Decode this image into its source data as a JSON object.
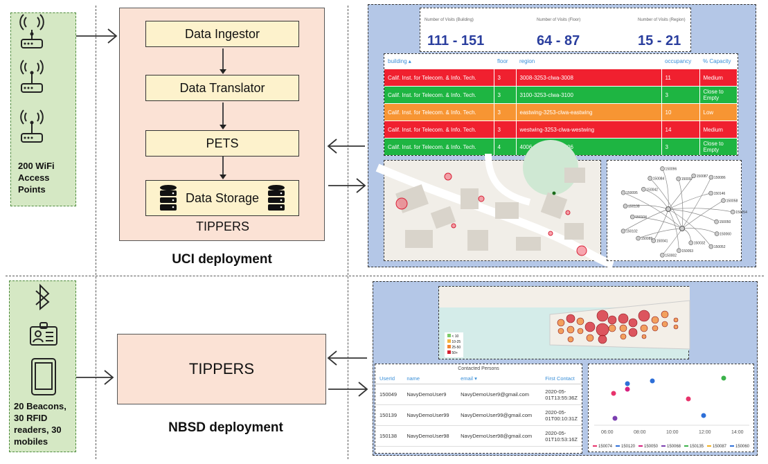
{
  "uci": {
    "access_points_label": "200 WiFi Access Points",
    "pipeline": [
      "Data Ingestor",
      "Data Translator",
      "PETS",
      "Data Storage"
    ],
    "system_name": "TIPPERS",
    "deployment_label": "UCI deployment",
    "stats": [
      {
        "label": "Number of Visits (Building)",
        "value": "111 - 151"
      },
      {
        "label": "Number of Visits (Floor)",
        "value": "64 - 87"
      },
      {
        "label": "Number of Visits (Region)",
        "value": "15 - 21"
      }
    ],
    "occupancy_table": {
      "headers": [
        "building ▴",
        "floor",
        "region",
        "occupancy",
        "% Capacity"
      ],
      "rows": [
        {
          "cells": [
            "Calif. Inst. for Telecom. & Info. Tech.",
            "3",
            "3008-3253-clwa-3008",
            "11",
            "Medium"
          ],
          "color": "#f0202f"
        },
        {
          "cells": [
            "Calif. Inst. for Telecom. & Info. Tech.",
            "3",
            "3100-3253-clwa-3100",
            "3",
            "Close to Empty"
          ],
          "color": "#1eb542"
        },
        {
          "cells": [
            "Calif. Inst. for Telecom. & Info. Tech.",
            "3",
            "eastwing-3253-clwa-eastwing",
            "10",
            "Low"
          ],
          "color": "#f79533"
        },
        {
          "cells": [
            "Calif. Inst. for Telecom. & Info. Tech.",
            "3",
            "westwing-3253-clwa-westwing",
            "14",
            "Medium"
          ],
          "color": "#f0202f"
        },
        {
          "cells": [
            "Calif. Inst. for Telecom. & Info. Tech.",
            "4",
            "4006-3254-clwa-4006",
            "3",
            "Close to Empty"
          ],
          "color": "#1eb542"
        }
      ]
    },
    "graph_nodes": [
      "150050",
      "150060",
      "150052",
      "150032",
      "150053",
      "150002",
      "150041",
      "150089",
      "150102",
      "150104",
      "150108",
      "150095",
      "150042",
      "150084",
      "150096",
      "150097",
      "150087",
      "150086",
      "150146",
      "150058",
      "150054"
    ]
  },
  "nbsd": {
    "devices_label": "20 Beacons, 30 RFID readers, 30 mobiles",
    "system_name": "TIPPERS",
    "deployment_label": "NBSD deployment",
    "heat_legend": [
      "< 10",
      "10-25",
      "25-50",
      "50+"
    ],
    "contact_table": {
      "title": "Contacted Persons",
      "headers": [
        "UserId",
        "name",
        "email ▾",
        "First Contact"
      ],
      "rows": [
        [
          "150049",
          "NavyDemoUser9",
          "NavyDemoUser9@gmail.com",
          "2020-05-01T13:55:36Z"
        ],
        [
          "150139",
          "NavyDemoUser99",
          "NavyDemoUser99@gmail.com",
          "2020-05-01T00:10:31Z"
        ],
        [
          "150138",
          "NavyDemoUser98",
          "NavyDemoUser98@gmail.com",
          "2020-05-01T10:53:16Z"
        ]
      ]
    },
    "scatter": {
      "x_ticks": [
        "06:00",
        "08:00",
        "10:00",
        "12:00",
        "14:00"
      ],
      "legend": [
        {
          "name": "150074",
          "color": "#e8336b"
        },
        {
          "name": "150120",
          "color": "#2e6fd8"
        },
        {
          "name": "150050",
          "color": "#d6207f"
        },
        {
          "name": "150068",
          "color": "#7b3fb0"
        },
        {
          "name": "150135",
          "color": "#3bb24a"
        },
        {
          "name": "150087",
          "color": "#f2b01e"
        },
        {
          "name": "150060",
          "color": "#2e6fd8"
        }
      ]
    }
  }
}
